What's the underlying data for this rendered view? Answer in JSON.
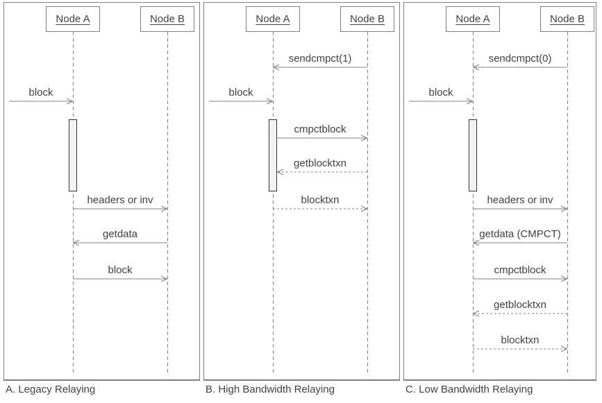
{
  "colors": {
    "line": "#7f7f7f",
    "text": "#404040",
    "activation_fill": "#f2f2f2",
    "activation_border": "#333333",
    "background": "#ffffff"
  },
  "panels": [
    {
      "caption": "A. Legacy Relaying",
      "node_a": "Node A",
      "node_b": "Node B",
      "activation": true,
      "messages": [
        {
          "label": "block",
          "from": "external",
          "to": "A",
          "line": "solid",
          "row": 2
        },
        {
          "label": "headers or inv",
          "from": "A",
          "to": "B",
          "line": "solid",
          "row": 5
        },
        {
          "label": "getdata",
          "from": "B",
          "to": "A",
          "line": "solid",
          "row": 6
        },
        {
          "label": "block",
          "from": "A",
          "to": "B",
          "line": "solid",
          "row": 7
        }
      ]
    },
    {
      "caption": "B. High Bandwidth Relaying",
      "node_a": "Node A",
      "node_b": "Node B",
      "activation": true,
      "messages": [
        {
          "label": "sendcmpct(1)",
          "from": "B",
          "to": "A",
          "line": "solid",
          "row": 1
        },
        {
          "label": "block",
          "from": "external",
          "to": "A",
          "line": "solid",
          "row": 2
        },
        {
          "label": "cmpctblock",
          "from": "A",
          "to": "B",
          "line": "solid",
          "row": 3
        },
        {
          "label": "getblocktxn",
          "from": "B",
          "to": "A",
          "line": "dashed",
          "row": 4
        },
        {
          "label": "blocktxn",
          "from": "A",
          "to": "B",
          "line": "dashed",
          "row": 5
        }
      ]
    },
    {
      "caption": "C. Low Bandwidth Relaying",
      "node_a": "Node A",
      "node_b": "Node B",
      "activation": true,
      "messages": [
        {
          "label": "sendcmpct(0)",
          "from": "B",
          "to": "A",
          "line": "solid",
          "row": 1
        },
        {
          "label": "block",
          "from": "external",
          "to": "A",
          "line": "solid",
          "row": 2
        },
        {
          "label": "headers or inv",
          "from": "A",
          "to": "B",
          "line": "solid",
          "row": 5
        },
        {
          "label": "getdata (CMPCT)",
          "from": "B",
          "to": "A",
          "line": "solid",
          "row": 6
        },
        {
          "label": "cmpctblock",
          "from": "A",
          "to": "B",
          "line": "solid",
          "row": 7
        },
        {
          "label": "getblocktxn",
          "from": "B",
          "to": "A",
          "line": "dashed",
          "row": 8
        },
        {
          "label": "blocktxn",
          "from": "A",
          "to": "B",
          "line": "dashed",
          "row": 9
        }
      ]
    }
  ]
}
